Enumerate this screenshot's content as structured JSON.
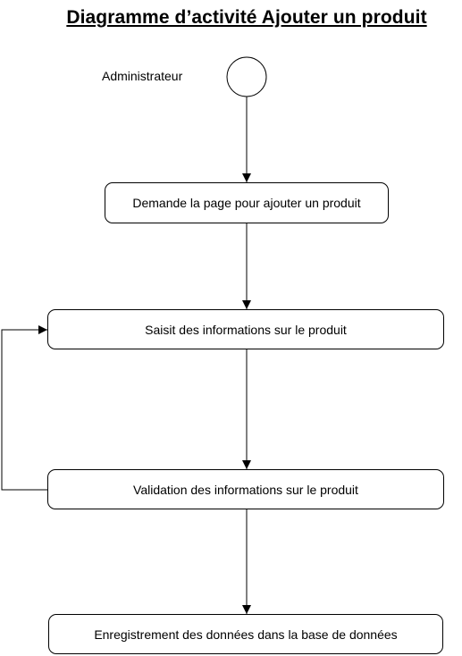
{
  "title": "Diagramme d’activité Ajouter un produit",
  "actor": "Administrateur",
  "activities": [
    "Demande la page pour ajouter un produit",
    "Saisit des informations sur le produit",
    "Validation des informations sur le produit",
    "Enregistrement des données dans la base de données"
  ]
}
